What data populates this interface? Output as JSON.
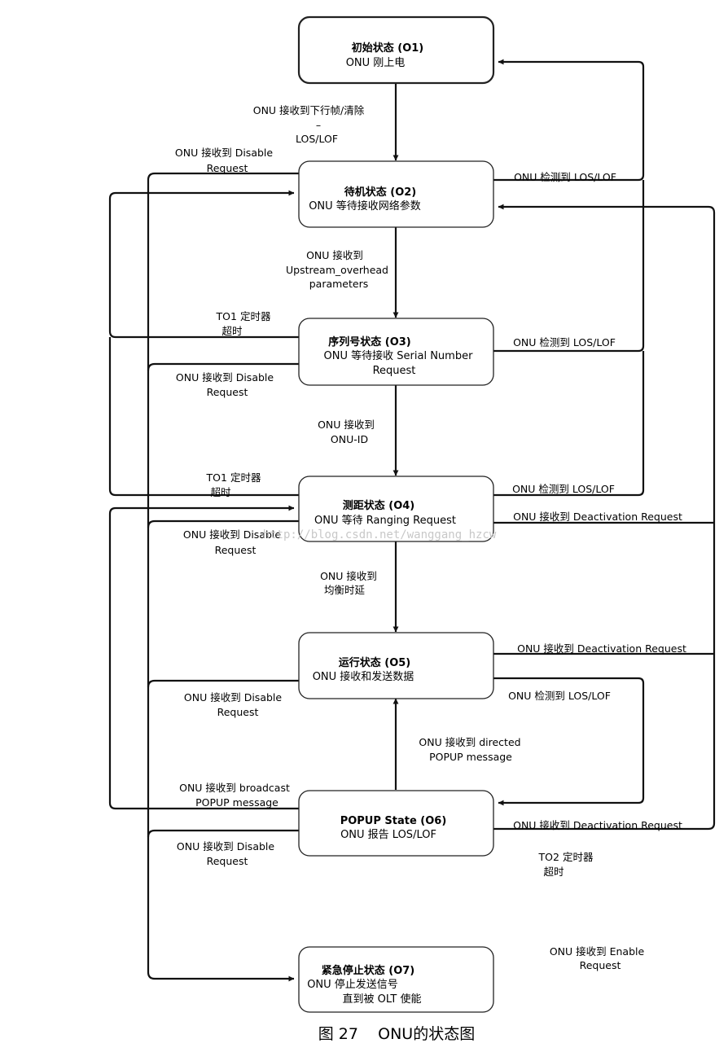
{
  "states": {
    "o1": {
      "title": "初始状态 (O1)",
      "desc": "ONU 刚上电"
    },
    "o2": {
      "title": "待机状态 (O2)",
      "desc": "ONU 等待接收网络参数"
    },
    "o3": {
      "title": "序列号状态 (O3)",
      "desc1": "ONU 等待接收 Serial   Number",
      "desc2": "Request"
    },
    "o4": {
      "title": "测距状态 (O4)",
      "desc": "ONU 等待 Ranging Request"
    },
    "o5": {
      "title": "运行状态 (O5)",
      "desc": "ONU 接收和发送数据"
    },
    "o6": {
      "title": "POPUP State (O6)",
      "desc": "ONU 报告 LOS/LOF"
    },
    "o7": {
      "title": "紧急停止状态 (O7)",
      "desc1": "ONU 停止发送信号",
      "desc2": "直到被 OLT 使能"
    }
  },
  "labels": {
    "o1_o2_a": "ONU 接收到下行帧/清除",
    "o1_o2_b": "–",
    "o1_o2_c": "LOS/LOF",
    "disable_1a": "ONU 接收到  Disable",
    "disable_1b": "Request",
    "los_o2": "ONU 检测到 LOS/LOF",
    "o2_o3_a": "ONU 接收到",
    "o2_o3_b": "Upstream_overhead",
    "o2_o3_c": "parameters",
    "to1_a1": "TO1 定时器",
    "to1_a2": "超时",
    "los_o3": "ONU 检测到 LOS/LOF",
    "disable_2a": "ONU 接收到 Disable",
    "disable_2b": "Request",
    "o3_o4_a": "ONU 接收到",
    "o3_o4_b": "ONU-ID",
    "to1_b1": "TO1 定时器",
    "to1_b2": "超时",
    "los_o4": "ONU 检测到 LOS/LOF",
    "deact_o4": "ONU 接收到 Deactivation Request",
    "disable_3a": "ONU 接收到 Disable",
    "disable_3b": "Request",
    "watermark": "http://blog.csdn.net/wanggang_hzcw",
    "o4_o5_a": "ONU 接收到",
    "o4_o5_b": "均衡时延",
    "deact_o5": "ONU 接收到 Deactivation Request",
    "disable_4a": "ONU 接收到 Disable",
    "disable_4b": "Request",
    "los_o5": "ONU 检测到 LOS/LOF",
    "directed_a": "ONU 接收到 directed",
    "directed_b": "POPUP message",
    "broadcast_a": "ONU 接收到 broadcast",
    "broadcast_b": "POPUP message",
    "deact_o6": "ONU 接收到 Deactivation Request",
    "disable_5a": "ONU 接收到 Disable",
    "disable_5b": "Request",
    "to2_a": "TO2 定时器",
    "to2_b": "超时",
    "enable_a": "ONU 接收到 Enable",
    "enable_b": "Request"
  },
  "caption": "图 27    ONU的状态图"
}
